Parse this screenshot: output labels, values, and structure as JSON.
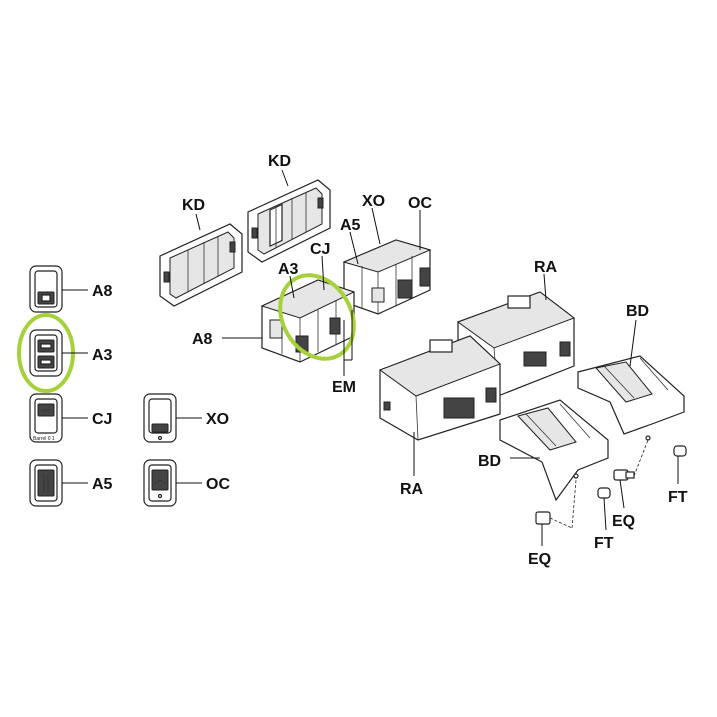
{
  "labels": {
    "kd_upper": "KD",
    "kd_lower": "KD",
    "xo_top": "XO",
    "oc_top": "OC",
    "a5_top": "A5",
    "cj_top": "CJ",
    "a3_top": "A3",
    "a8_mid": "A8",
    "em": "EM",
    "ra_top": "RA",
    "ra_bottom": "RA",
    "bd_right": "BD",
    "bd_left": "BD",
    "ft_right": "FT",
    "eq_right": "EQ",
    "ft_left": "FT",
    "eq_left": "EQ",
    "sw_a8": "A8",
    "sw_a3": "A3",
    "sw_cj": "CJ",
    "sw_xo": "XO",
    "sw_a5": "A5",
    "sw_oc": "OC"
  },
  "switch_text": {
    "cj_caption": "Barrel 0 1"
  },
  "colors": {
    "highlight": "#a6d13a",
    "line": "#111111"
  }
}
